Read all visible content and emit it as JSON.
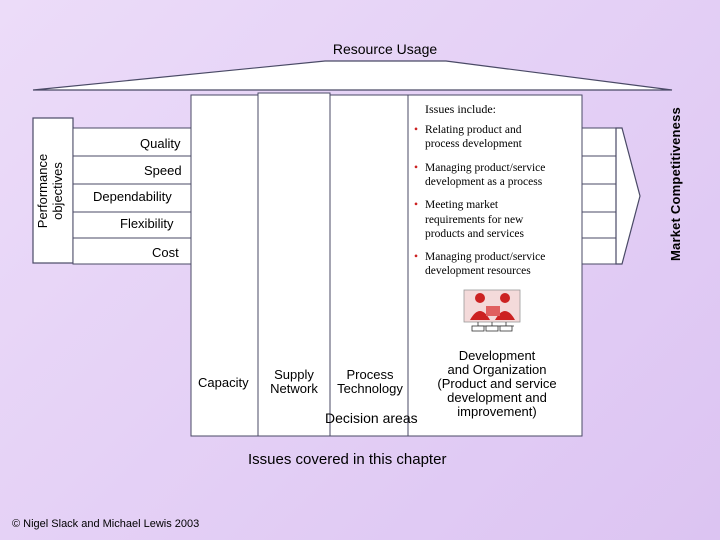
{
  "title": "Resource Usage",
  "left_axis": {
    "line1": "Performance",
    "line2": "objectives"
  },
  "right_axis": "Market Competitiveness",
  "performance_objectives": [
    "Quality",
    "Speed",
    "Dependability",
    "Flexibility",
    "Cost"
  ],
  "issues": {
    "heading": "Issues include:",
    "items": [
      {
        "line1": "Relating product and",
        "line2": "process development"
      },
      {
        "line1": "Managing product/service",
        "line2": "development as a process"
      },
      {
        "line1": "Meeting market",
        "line2": "requirements for new",
        "line3": "products and services"
      },
      {
        "line1": "Managing product/service",
        "line2": "development resources"
      }
    ],
    "bullet": "•"
  },
  "decision_areas": {
    "capacity": "Capacity",
    "supply_network": {
      "line1": "Supply",
      "line2": "Network"
    },
    "process_technology": {
      "line1": "Process",
      "line2": "Technology"
    },
    "development": {
      "line1": "Development",
      "line2": "and Organization",
      "line3": "(Product and service",
      "line4": "development and",
      "line5": "improvement)"
    },
    "label": "Decision areas"
  },
  "chapter_caption": "Issues covered in this chapter",
  "copyright": "© Nigel Slack and Michael Lewis 2003",
  "icon": "meeting-people-icon",
  "colors": {
    "background": "#e4d0f6",
    "box": "#ffffff",
    "outline": "#4a4a66",
    "accent": "#cc2222"
  }
}
